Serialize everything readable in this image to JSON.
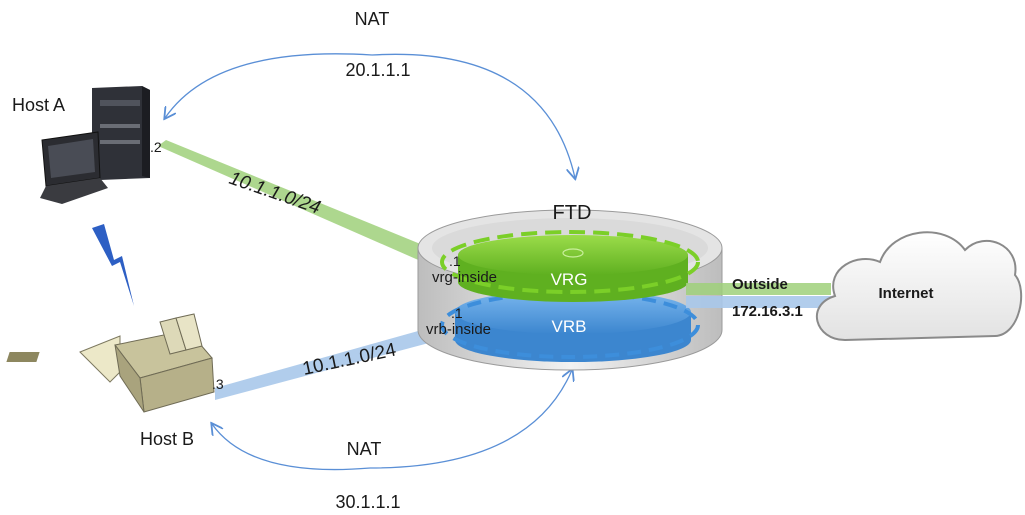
{
  "diagram": {
    "nat_top": {
      "label": "NAT",
      "ip": "20.1.1.1"
    },
    "nat_bottom": {
      "label": "NAT",
      "ip": "30.1.1.1"
    },
    "host_a": {
      "label": "Host A",
      "interface": ".2"
    },
    "host_b": {
      "label": "Host B",
      "interface": ".3"
    },
    "link_green": {
      "subnet": "10.1.1.0/24",
      "color": "#9fd07a"
    },
    "link_blue": {
      "subnet": "10.1.1.0/24",
      "color": "#a9c8ea"
    },
    "ftd": {
      "label": "FTD",
      "vrg": {
        "label": "VRG",
        "interface_label": "vrg-inside",
        "interface_ip": ".1",
        "color": "#72c02c"
      },
      "vrb": {
        "label": "VRB",
        "interface_label": "vrb-inside",
        "interface_ip": ".1",
        "color": "#4a97dc"
      }
    },
    "outside": {
      "label": "Outside",
      "ip": "172.16.3.1"
    },
    "cloud": {
      "label": "Internet"
    },
    "arrow_color": "#5a8fd6"
  }
}
